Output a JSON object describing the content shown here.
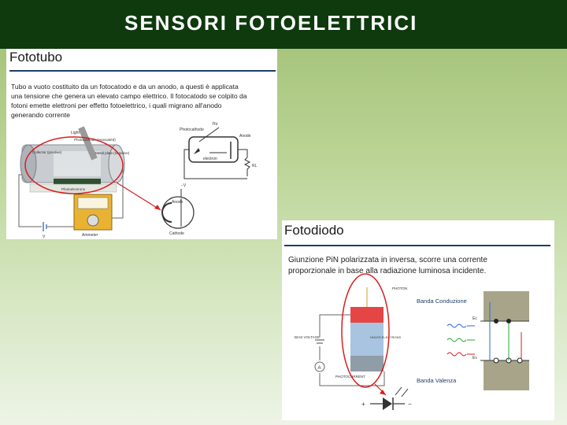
{
  "slide": {
    "title": "SENSORI FOTOELETTRICI"
  },
  "phototube": {
    "heading": "Fototubo",
    "description": "Tubo a vuoto costituito da un fotocatodo e da un anodo, a questi è applicata una tensione che genera un elevato campo elettrico. Il fotocatodo se colpito da fotoni emette elettroni per effetto fotoelettrico, i quali migrano all'anodo generando corrente",
    "labels": {
      "light": "Light",
      "photocathode_tube": "Photocathode (evacuated)",
      "collector": "Collector (positive)",
      "metal_plate": "Metal plate (negative)",
      "photoelectrons": "Photoelectrons",
      "ammeter": "Ammeter",
      "battery": "V",
      "hv": "hν",
      "photocathode": "Photocathode",
      "anode": "Anode",
      "electron": "electron",
      "rl": "RL",
      "minus_v": "−V",
      "anode_symbol": "Anode",
      "cathode_symbol": "Cathode"
    }
  },
  "photodiode": {
    "heading": "Fotodiodo",
    "description": "Giunzione PiN polarizzata in inversa, scorre una corrente proporzionale in base alla radiazione luminosa incidente.",
    "labels": {
      "photon": "PHOTON",
      "bias_voltage": "BIAS VOLTAGE",
      "ammeter": "A",
      "holes_electrons": "HOLES ELECTRONS",
      "photocurrent": "PHOTOCURRENT",
      "conduction_band": "Banda Conduzione",
      "valence_band": "Banda Valenza",
      "ec": "Ec",
      "ev": "Ev",
      "plus": "+",
      "minus": "−"
    }
  },
  "colors": {
    "title_bar": "#0e3a0e",
    "text_white": "#ffffff",
    "rule_blue": "#1f3c6b",
    "highlight_red": "#d42020",
    "band_fill": "#a7a489"
  }
}
